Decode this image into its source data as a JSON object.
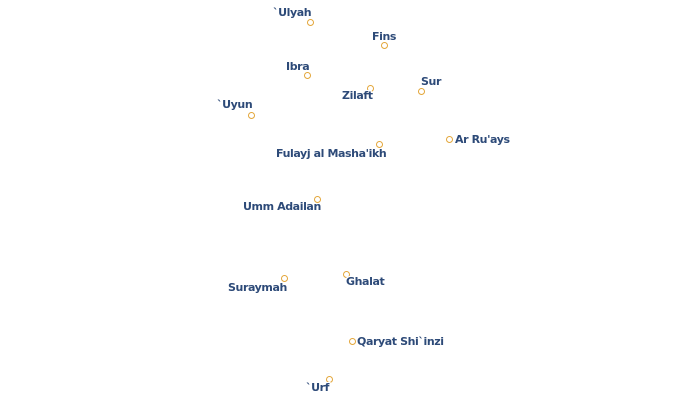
{
  "map": {
    "marker_color": "#e3a63a",
    "label_color": "#2d4a78",
    "places": [
      {
        "id": "ulyah",
        "name": "`Ulyah"
      },
      {
        "id": "fins",
        "name": "Fins"
      },
      {
        "id": "ibra",
        "name": "Ibra"
      },
      {
        "id": "sur",
        "name": "Sur"
      },
      {
        "id": "zilaft",
        "name": "Zilaft"
      },
      {
        "id": "uyun",
        "name": "`Uyun"
      },
      {
        "id": "ar-ruays",
        "name": "Ar Ru'ays"
      },
      {
        "id": "fulayj",
        "name": "Fulayj al Masha'ikh"
      },
      {
        "id": "umm-adailan",
        "name": "Umm Adailan"
      },
      {
        "id": "ghalat",
        "name": "Ghalat"
      },
      {
        "id": "suraymah",
        "name": "Suraymah"
      },
      {
        "id": "qaryat",
        "name": "Qaryat Shi`inzi"
      },
      {
        "id": "urf",
        "name": "`Urf"
      }
    ]
  }
}
